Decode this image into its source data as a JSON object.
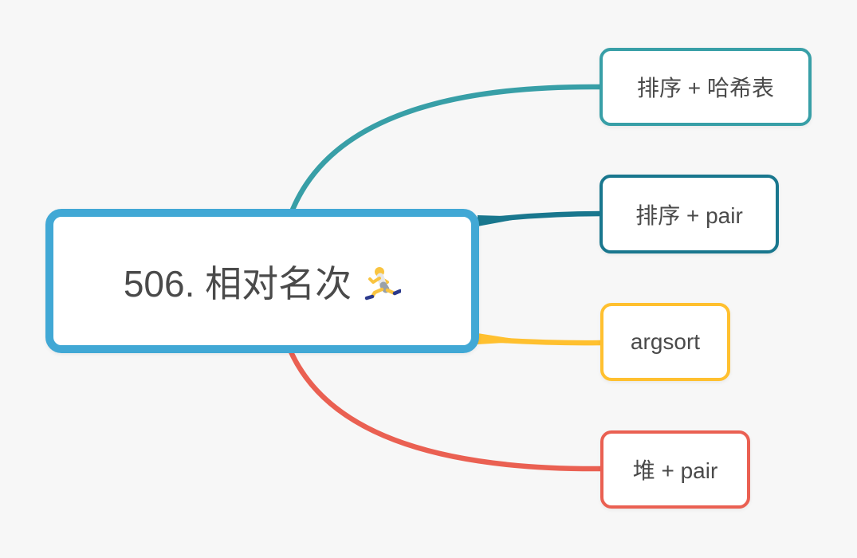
{
  "canvas": {
    "background_color": "#f7f7f7",
    "text_color": "#4a4a4a"
  },
  "mindmap": {
    "root": {
      "title": "506. 相对名次",
      "emoji": "🏃",
      "border_color": "#41a8d5"
    },
    "branches": [
      {
        "label": "排序 + 哈希表",
        "color": "#389fa7"
      },
      {
        "label": "排序 + pair",
        "color": "#19778e"
      },
      {
        "label": "argsort",
        "color": "#ffc02f"
      },
      {
        "label": "堆 + pair",
        "color": "#ea6052"
      }
    ]
  }
}
